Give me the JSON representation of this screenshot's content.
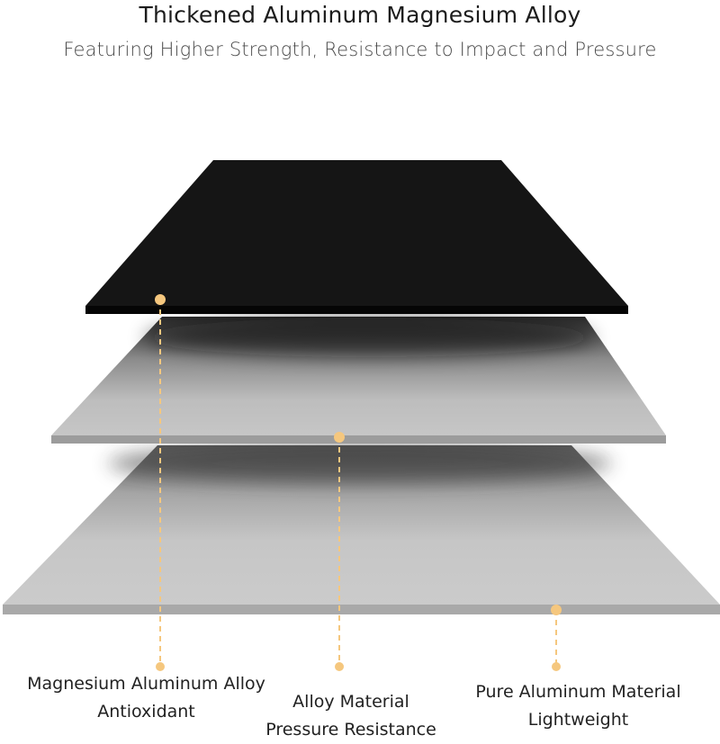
{
  "title": "Thickened Aluminum Magnesium Alloy",
  "subtitle": "Featuring Higher Strength, Resistance to Impact and Pressure",
  "layers": [
    {
      "label_line1": "Magnesium Aluminum Alloy",
      "label_line2": "Antioxidant",
      "color": "#151515"
    },
    {
      "label_line1": "Alloy Material",
      "label_line2": "Pressure Resistance",
      "color": "#c4c4c4"
    },
    {
      "label_line1": "Pure Aluminum Material",
      "label_line2": "Lightweight",
      "color": "#c6c6c6"
    }
  ],
  "colors": {
    "accent": "#f5c77e",
    "background": "#ffffff"
  }
}
